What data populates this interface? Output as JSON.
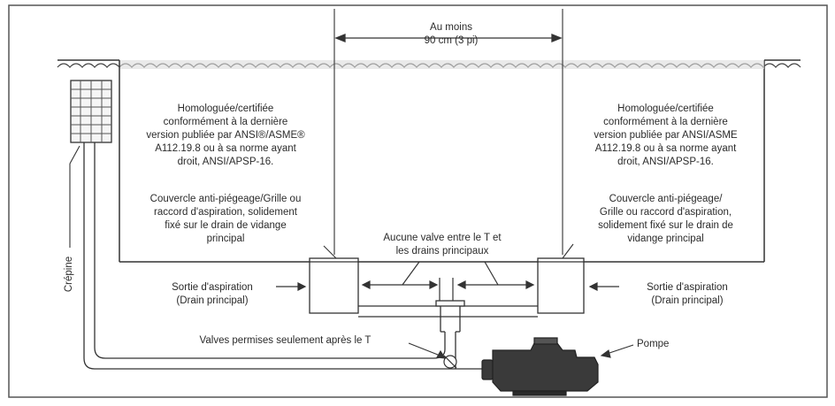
{
  "labels": {
    "spacing_line1": "Au moins",
    "spacing_line2": "90 cm (3 pi)",
    "cert_left": [
      "Homologuée/certifiée",
      "conformément à la dernière",
      "version publiée par ANSI®/ASME®",
      "A112.19.8 ou à sa norme ayant",
      "droit, ANSI/APSP-16."
    ],
    "cert_right": [
      "Homologuée/certifiée",
      "conformément à la dernière",
      "version publiée par ANSI/ASME",
      "A112.19.8 ou à sa norme ayant",
      "droit, ANSI/APSP-16."
    ],
    "cover_left": [
      "Couvercle anti-piégeage/Grille ou",
      "raccord d'aspiration, solidement",
      "fixé sur le drain de vidange",
      "principal"
    ],
    "cover_right": [
      "Couvercle anti-piégeage/",
      "Grille ou raccord d'aspiration,",
      "solidement fixé sur le drain de",
      "vidange principal"
    ],
    "no_valve": [
      "Aucune valve entre le T et",
      "les drains principaux"
    ],
    "suction_left": [
      "Sortie d'aspiration",
      "(Drain principal)"
    ],
    "suction_right": [
      "Sortie d'aspiration",
      "(Drain principal)"
    ],
    "valves_after_t": "Valves permises seulement après le T",
    "pump": "Pompe",
    "strainer": "Crépine"
  }
}
